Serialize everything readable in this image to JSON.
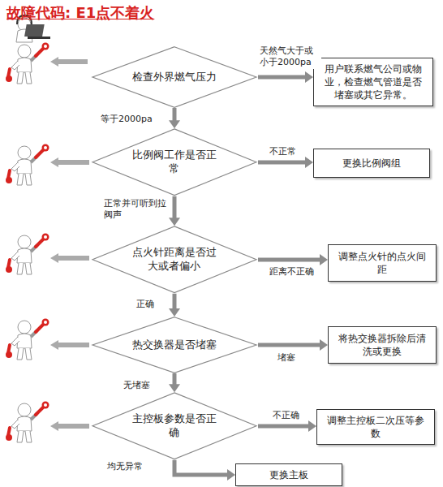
{
  "diagram": {
    "title": "故障代码: E1点不着火",
    "nodes": [
      {
        "text": [
          "检查外界燃气压力"
        ]
      },
      {
        "text": [
          "用户联系燃气公司或物业，检查燃气管道是否堵塞或其它异常。"
        ]
      },
      {
        "text": [
          "比例阀工作是否正常"
        ]
      },
      {
        "text": [
          "更换比例阀组"
        ]
      },
      {
        "text": [
          "点火针距离是否过大或者偏小"
        ]
      },
      {
        "text": [
          "调整点火针的点火间距"
        ]
      },
      {
        "text": [
          "热交换器是否堵塞"
        ]
      },
      {
        "text": [
          "将热交换器拆除后清洗或更换"
        ]
      },
      {
        "text": [
          "主控板参数是否正确"
        ]
      },
      {
        "text": [
          "调整主控板二次压等参数"
        ]
      },
      {
        "text": [
          "更换主板"
        ]
      }
    ],
    "edges": [
      {
        "from": 0,
        "to": 1,
        "arrow": "to",
        "label": "天然气大于或小于2000pa"
      },
      {
        "from": 0,
        "to": 2,
        "arrow": "to",
        "label": "等于2000pa"
      },
      {
        "from": 2,
        "to": 3,
        "arrow": "to",
        "label": "不正常"
      },
      {
        "from": 2,
        "to": 4,
        "arrow": "to",
        "label": "正常并可听到拉阀声"
      },
      {
        "from": 4,
        "to": 5,
        "arrow": "to",
        "label": "距离不正确"
      },
      {
        "from": 4,
        "to": 6,
        "arrow": "to",
        "label": "正确"
      },
      {
        "from": 6,
        "to": 7,
        "arrow": "to",
        "label": "堵塞"
      },
      {
        "from": 6,
        "to": 8,
        "arrow": "to",
        "label": "无堵塞"
      },
      {
        "from": 8,
        "to": 9,
        "arrow": "to",
        "label": "不正确"
      },
      {
        "from": 8,
        "to": 10,
        "arrow": "to",
        "label": "均无异常"
      }
    ]
  }
}
